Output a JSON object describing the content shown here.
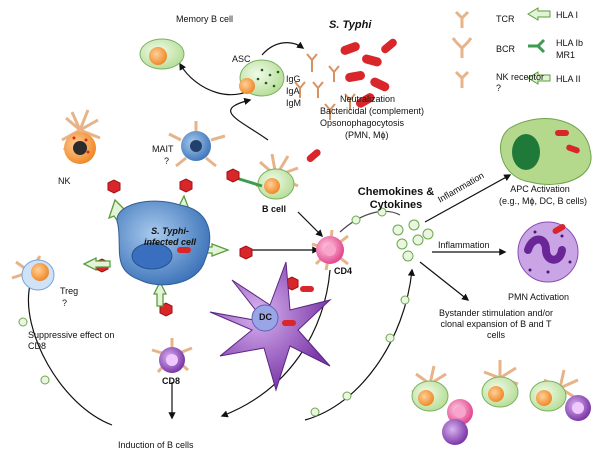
{
  "legend": {
    "tcr": "TCR",
    "bcr": "BCR",
    "nk_receptor": "NK receptor ?",
    "hla_i": "HLA I",
    "hla_ib": "HLA Ib",
    "mr1": "MR1",
    "hla_ii": "HLA II"
  },
  "labels": {
    "memory_b_cell": "Memory B cell",
    "asc": "ASC",
    "s_typhi": "S. Typhi",
    "igg": "IgG",
    "iga": "IgA",
    "igm": "IgM",
    "neutralization": "Neutralization",
    "bactericidal": "Bactericidal (complement)",
    "opsonophagocytosis": "Opsonophagocytosis",
    "pmn_mphi": "(PMN, Mϕ)",
    "nk": "NK",
    "mait": "MAIT",
    "mait_q": "?",
    "b_cell": "B cell",
    "infected_cell": "S. Typhi-infected cell",
    "treg": "Treg",
    "treg_q": "?",
    "cd4": "CD4",
    "cd8": "CD8",
    "dc": "DC",
    "suppressive": "Suppressive effect on CD8",
    "chemokines": "Chemokines & Cytokines",
    "inflammation_1": "Inflammation",
    "inflammation_2": "Inflammation",
    "apc_activation": "APC Activation",
    "apc_examples": "(e.g., Mϕ, DC, B cells)",
    "pmn_activation": "PMN Activation",
    "bystander": "Bystander stimulation and/or clonal expansion of B and T cells",
    "bottom_cut": "Induction of B cells"
  },
  "colors": {
    "orange_cell": "#f39a3c",
    "green_cell": "#d9efc4",
    "blue_cell": "#4f86c6",
    "purple_cell": "#8e4bb5",
    "pink_cell": "#e84f9a",
    "red_bacteria": "#d8262b",
    "receptor": "#e7b48a",
    "green_receptor": "#3f9b4f",
    "cytokine": "#e8f5df"
  }
}
